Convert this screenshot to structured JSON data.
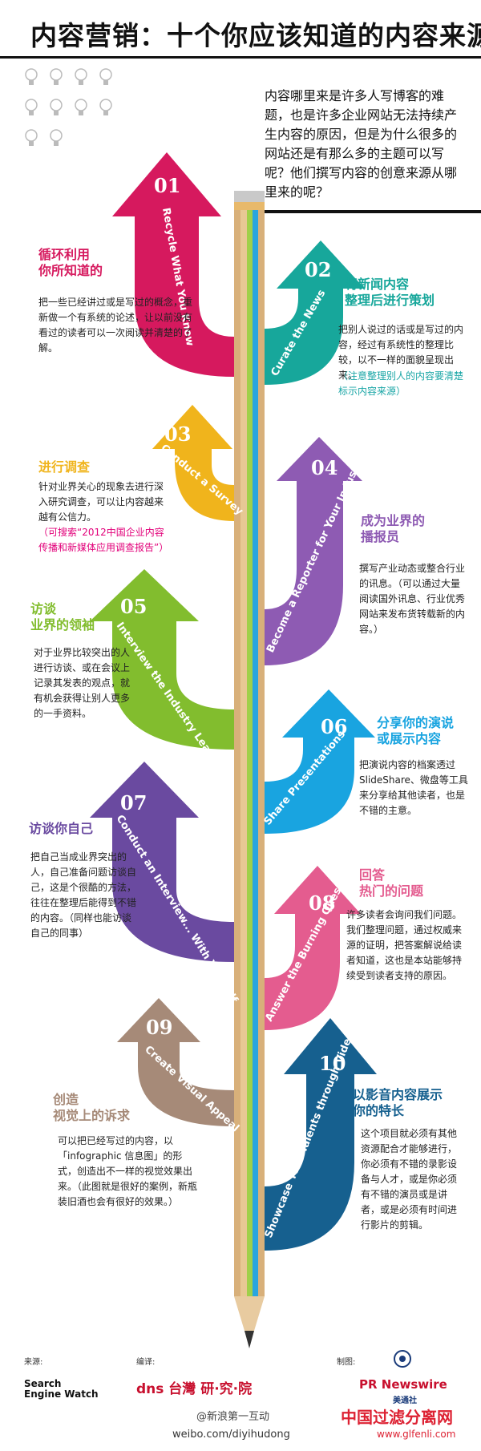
{
  "title": "内容营销：十个你应该知道的内容来源",
  "intro": "内容哪里来是许多人写博客的难题，也是许多企业网站无法持续产生内容的原因，但是为什么很多的网站还是有那么多的主题可以写呢？他们撰写内容的创意来源从哪里来的呢？",
  "colors": {
    "c01": "#d6195e",
    "c02": "#17a79b",
    "c03": "#f0b41c",
    "c04": "#8e5bb3",
    "c05": "#82bd2e",
    "c06": "#19a4e0",
    "c07": "#6a4aa0",
    "c08": "#e45c8f",
    "c09": "#a68a78",
    "c10": "#16608f"
  },
  "items": [
    {
      "num": "01",
      "arrow": "Recycle What You Know",
      "heading": "循环利用\n你所知道的",
      "body": "把一些已经讲过或是写过的概念，重新做一个有系统的论述，让以前没有看过的读者可以一次阅读并清楚的了解。",
      "note": ""
    },
    {
      "num": "02",
      "arrow": "Curate the News",
      "heading": "将新闻内容\n整理后进行策划",
      "body": "把别人说过的话或是写过的内容，经过有系统性的整理比较，以不一样的面貌呈现出来。",
      "note": "（注意整理别人的内容要清楚标示内容来源）"
    },
    {
      "num": "03",
      "arrow": "Conduct a Survey",
      "heading": "进行调查",
      "body": "针对业界关心的现象去进行深入研究调查，可以让内容越来越有公信力。",
      "note": "（可搜索“2012中国企业内容传播和新媒体应用调查报告”）"
    },
    {
      "num": "04",
      "arrow": "Become a Reporter for Your Industry",
      "heading": "成为业界的\n播报员",
      "body": "撰写产业动态或整合行业的讯息。（可以通过大量阅读国外讯息、行业优秀网站来发布货转载新的内容。）",
      "note": ""
    },
    {
      "num": "05",
      "arrow": "Interview the Industry Leaders",
      "heading": "访谈\n业界的领袖",
      "body": "对于业界比较突出的人进行访谈、或在会议上记录其发表的观点，就有机会获得让别人更多的一手资料。",
      "note": ""
    },
    {
      "num": "06",
      "arrow": "Share Presentations",
      "heading": "分享你的演说\n或展示内容",
      "body": "把演说内容的档案透过SlideShare、微盘等工具来分享给其他读者，也是不错的主意。",
      "note": ""
    },
    {
      "num": "07",
      "arrow": "Conduct an Interview... With Yourself",
      "heading": "访谈你自己",
      "body": "把自己当成业界突出的人，自己准备问题访谈自己，这是个很酷的方法，往往在整理后能得到不错的内容。（同样也能访谈自己的同事）",
      "note": ""
    },
    {
      "num": "08",
      "arrow": "Answer the Burning Questions",
      "heading": "回答\n热门的问题",
      "body": "许多读者会询问我们问题。我们整理问题，通过权威来源的证明，把答案解说给读者知道，这也是本站能够持续受到读者支持的原因。",
      "note": ""
    },
    {
      "num": "09",
      "arrow": "Create Visual Appeal",
      "heading": "创造\n视觉上的诉求",
      "body": "可以把已经写过的内容，以「infographic 信息图」的形式，创造出不一样的视觉效果出来。（此图就是很好的案例，新瓶装旧酒也会有很好的效果。）",
      "note": ""
    },
    {
      "num": "10",
      "arrow": "Showcase Your Talents through Video Tutorials",
      "heading": "以影音内容展示\n你的特长",
      "body": "这个项目就必须有其他资源配合才能够进行，你必须有不错的录影设备与人才，或是你必须有不错的演员或是讲者，或是必须有时间进行影片的剪辑。",
      "note": ""
    }
  ],
  "footer": {
    "source_label": "来源:",
    "source_name_1": "Search",
    "source_name_2": "Engine Watch",
    "editor_label": "编译:",
    "editor_name": "dns 台灣 研·究·院",
    "maker_label": "制图:",
    "maker_name": "PR Newswire",
    "maker_sub": "美通社",
    "weibo_handle": "@新浪第一互动",
    "weibo_url": "weibo.com/diyihudong",
    "watermark": "中国过滤分离网",
    "watermark_url": "www.glfenli.com"
  }
}
